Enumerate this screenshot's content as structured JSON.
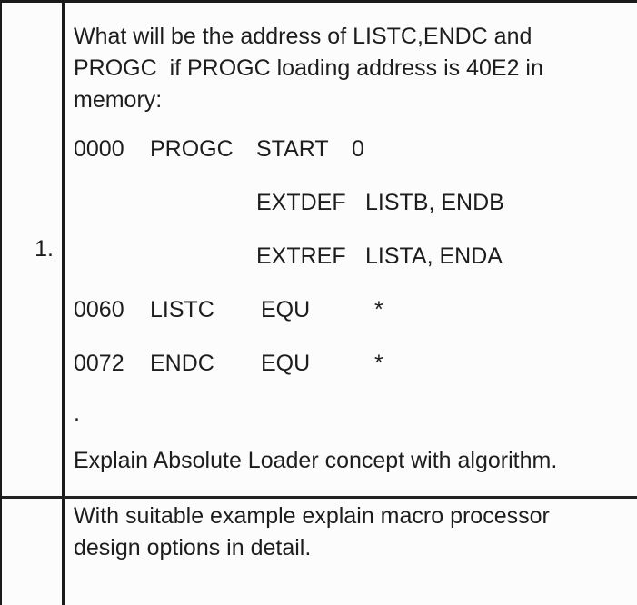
{
  "colors": {
    "background": "#fcfcfc",
    "border": "#1a1a1a",
    "text": "#1d1d1d"
  },
  "table": {
    "row1": {
      "number": "1.",
      "intro_lines": [
        "What will be the address of LISTC,ENDC and",
        "PROGC  if PROGC loading address is 40E2 in",
        "memory:"
      ],
      "code_lines": [
        {
          "addr": "0000",
          "label": "PROGC",
          "op": "START",
          "operand": "0"
        },
        {
          "addr": "",
          "label": "",
          "op": "EXTDEF",
          "operand": "LISTB, ENDB"
        },
        {
          "addr": "",
          "label": "",
          "op": "EXTREF",
          "operand": "LISTA, ENDA"
        },
        {
          "addr": "0060",
          "label": "LISTC",
          "op": "EQU",
          "operand": "*"
        },
        {
          "addr": "0072",
          "label": "ENDC",
          "op": "EQU",
          "operand": "*"
        }
      ],
      "dot": ".",
      "followup": "Explain Absolute Loader concept with algorithm."
    },
    "row2": {
      "number": "",
      "text_lines": [
        "With suitable example explain macro processor",
        "design options in detail."
      ]
    }
  }
}
